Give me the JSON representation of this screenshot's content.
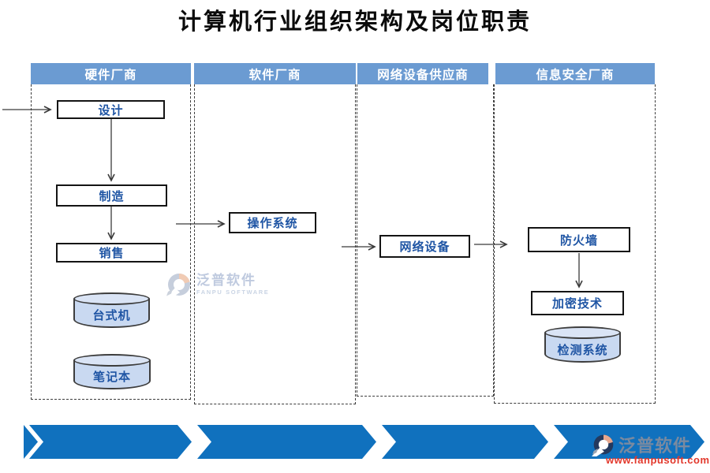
{
  "title": "计算机行业组织架构及岗位职责",
  "lanes": [
    {
      "id": "hardware",
      "header": "硬件厂商"
    },
    {
      "id": "software",
      "header": "软件厂商"
    },
    {
      "id": "network",
      "header": "网络设备供应商"
    },
    {
      "id": "security",
      "header": "信息安全厂商"
    }
  ],
  "nodes": {
    "design": "设计",
    "manufacture": "制造",
    "sales": "销售",
    "desktop": "台式机",
    "laptop": "笔记本",
    "os": "操作系统",
    "network_device": "网络设备",
    "firewall": "防火墙",
    "encryption": "加密技术",
    "detection": "检测系统"
  },
  "watermarks": {
    "center": {
      "brand": "泛普软件",
      "sub": "FANPU SOFTWARE"
    },
    "corner": {
      "brand": "泛普软件",
      "url": "www.fanpusoft.com"
    }
  },
  "colors": {
    "lane_header_bg": "#6B9BD2",
    "node_text_blue": "#1F55A4",
    "cylinder_fill": "#C9D9F1",
    "chevron_blue": "#1071BE",
    "url_red": "#E2382C"
  }
}
